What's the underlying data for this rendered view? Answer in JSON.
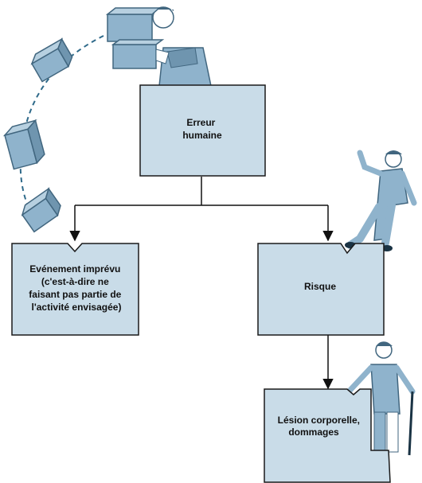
{
  "diagram": {
    "nodes": {
      "human_error": {
        "lines": [
          "Erreur",
          "humaine"
        ]
      },
      "unforeseen_event": {
        "lines": [
          "Evénement imprévu",
          "(c'est-à-dire ne",
          "faisant pas partie de",
          "l'activité envisagée)"
        ]
      },
      "risk": {
        "lines": [
          "Risque"
        ]
      },
      "injury": {
        "lines": [
          "Lésion corporelle,",
          "dommages"
        ]
      }
    },
    "edges": [
      {
        "from": "human_error",
        "to": "unforeseen_event"
      },
      {
        "from": "human_error",
        "to": "risk"
      },
      {
        "from": "risk",
        "to": "injury"
      }
    ],
    "illustrations": [
      "worker-carrying-boxes",
      "falling-boxes",
      "worker-falling",
      "injured-worker-with-cane"
    ]
  },
  "colors": {
    "box_fill": "#c9dce8",
    "box_border": "#1a1a1a",
    "figure_fill": "#8fb3cc",
    "figure_dark": "#41667f",
    "dash": "#2f6a8a"
  }
}
